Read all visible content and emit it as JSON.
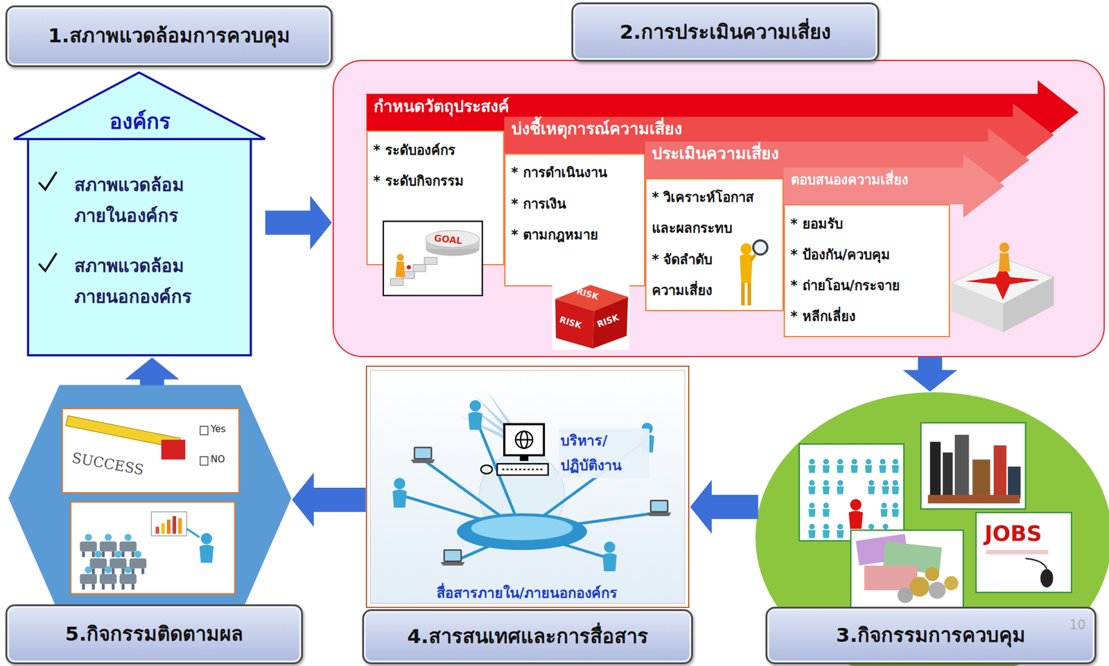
{
  "diagram": {
    "nodes": [
      {
        "text": [
          "1.สภาพแวดล้อมการควบคุม",
          "องค์กร",
          "สภาพแวดล้อม ภายในองค์กร",
          "สภาพแวดล้อม ภายนอกองค์กร"
        ]
      },
      {
        "text": [
          "2.การประเมินความเสี่ยง"
        ]
      },
      {
        "text": [
          "กำหนดวัตถุประสงค์",
          "* ระดับองค์กร",
          "* ระดับกิจกรรม"
        ],
        "in": 1
      },
      {
        "text": [
          "บ่งชี้เหตุการณ์ความเสี่ยง",
          "* การดำเนินงาน",
          "* การเงิน",
          "* ตามกฎหมาย"
        ],
        "in": 1
      },
      {
        "text": [
          "ประเมินความเสี่ยง",
          "* วิเคราะห์โอกาส และผลกระทบ",
          "* จัดลำดับ ความเสี่ยง"
        ],
        "in": 1
      },
      {
        "text": [
          "ตอบสนองความเสี่ยง",
          "* ยอมรับ",
          "* ป้องกัน/ควบคุม",
          "* ถ่ายโอน/กระจาย",
          "* หลีกเลี่ยง"
        ],
        "in": 1
      },
      {
        "text": [
          "3.กิจกรรมการควบคุม"
        ]
      },
      {
        "text": [
          "4.สารสนเทศและการสื่อสาร",
          "บริหาร/ ปฏิบัติงาน",
          "สื่อสารภายใน/ภายนอกองค์กร"
        ]
      },
      {
        "text": [
          "5.กิจกรรมติดตามผล"
        ]
      }
    ],
    "edges": [
      {
        "from": 0,
        "to": 1,
        "arrow": "to"
      },
      {
        "from": 1,
        "to": 6,
        "arrow": "to"
      },
      {
        "from": 6,
        "to": 7,
        "arrow": "to"
      },
      {
        "from": 7,
        "to": 8,
        "arrow": "to"
      },
      {
        "from": 8,
        "to": 0,
        "arrow": "to"
      }
    ],
    "labels": [
      "GOAL",
      "RISK",
      "RISK",
      "RISK",
      "SUCCESS",
      "Yes",
      "NO",
      "JOBS",
      "10"
    ]
  }
}
